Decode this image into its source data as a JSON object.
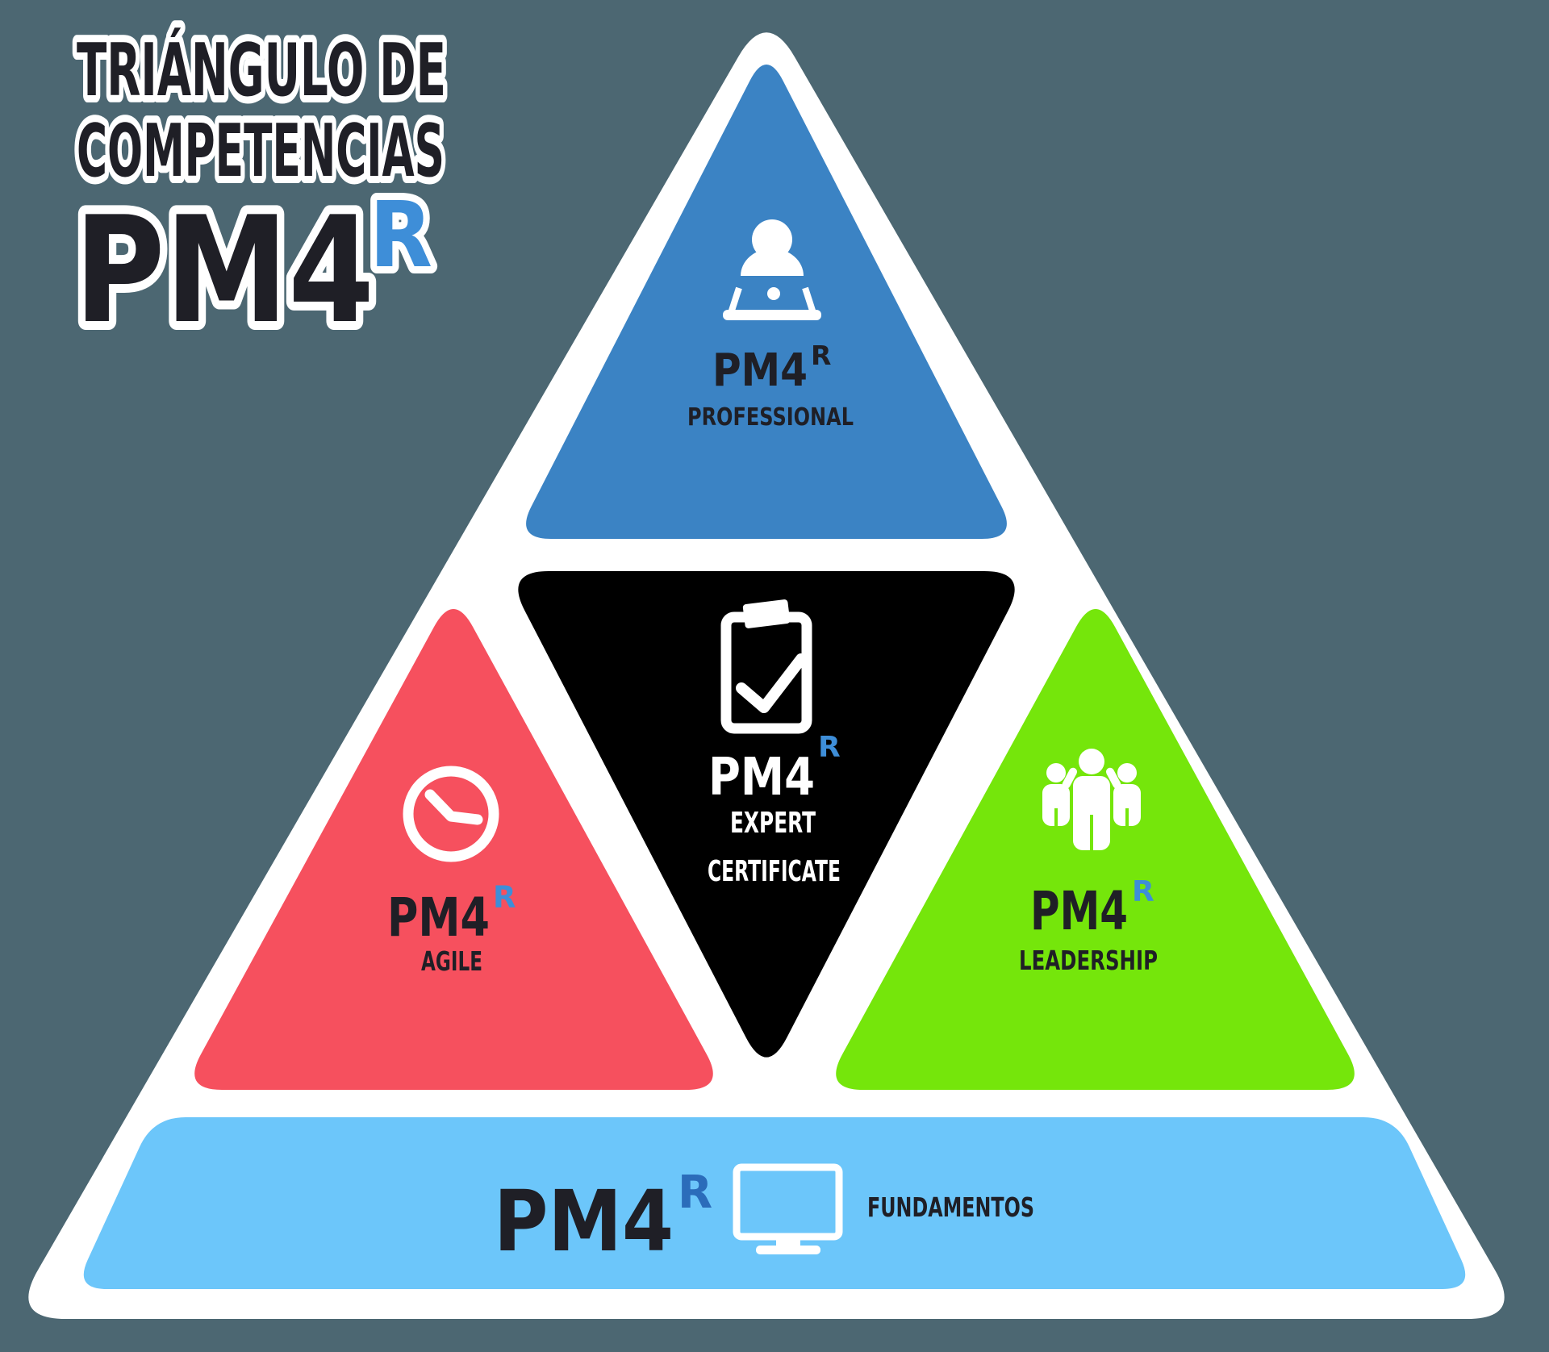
{
  "title": {
    "line1": "TRIÁNGULO DE",
    "line2": "COMPETENCIAS"
  },
  "logo": {
    "name": "PM4",
    "sup": "R"
  },
  "colors": {
    "bg": "#4C6772",
    "ink": "#1F1F26",
    "rblue": "#3E8ED8",
    "rdark": "#2B6CBA",
    "white": "#FFFFFF",
    "professional": "#3B83C4",
    "expert": "#000000",
    "agile": "#F6505E",
    "leadership": "#75E60B",
    "fundamentos": "#6CC6FA"
  },
  "sections": {
    "professional": {
      "brand": "PM4",
      "sup": "R",
      "label": "PROFESSIONAL",
      "icon": "person-laptop-icon"
    },
    "expert": {
      "brand": "PM4",
      "sup": "R",
      "label_line1": "EXPERT",
      "label_line2": "CERTIFICATE",
      "icon": "clipboard-check-icon"
    },
    "agile": {
      "brand": "PM4",
      "sup": "R",
      "label": "AGILE",
      "icon": "clock-icon"
    },
    "leadership": {
      "brand": "PM4",
      "sup": "R",
      "label": "LEADERSHIP",
      "icon": "team-icon"
    },
    "fundamentos": {
      "brand": "PM4",
      "sup": "R",
      "label": "FUNDAMENTOS",
      "icon": "monitor-icon"
    }
  }
}
